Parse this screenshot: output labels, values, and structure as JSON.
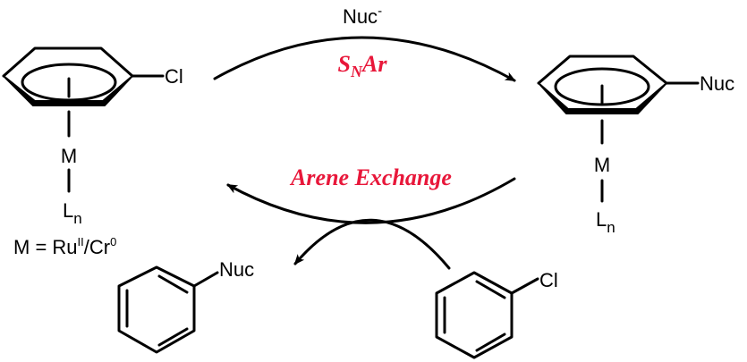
{
  "reagent": {
    "main": "Nuc",
    "charge": "-"
  },
  "step1": {
    "S": "S",
    "sub": "N",
    "Ar": "Ar"
  },
  "step2": "Arene Exchange",
  "complex_left": {
    "substituent": "Cl",
    "metal": "M",
    "ligand": "L",
    "ligand_sub": "n"
  },
  "complex_right": {
    "substituent": "Nuc",
    "metal": "M",
    "ligand": "L",
    "ligand_sub": "n"
  },
  "metal_definition": {
    "lhs": "M = Ru",
    "ru_ox": "II",
    "mid": "/Cr",
    "cr_ox": "0"
  },
  "product": {
    "substituent": "Nuc"
  },
  "reactant": {
    "substituent": "Cl"
  },
  "colors": {
    "highlight": "#e8173a",
    "ink": "#000000"
  }
}
